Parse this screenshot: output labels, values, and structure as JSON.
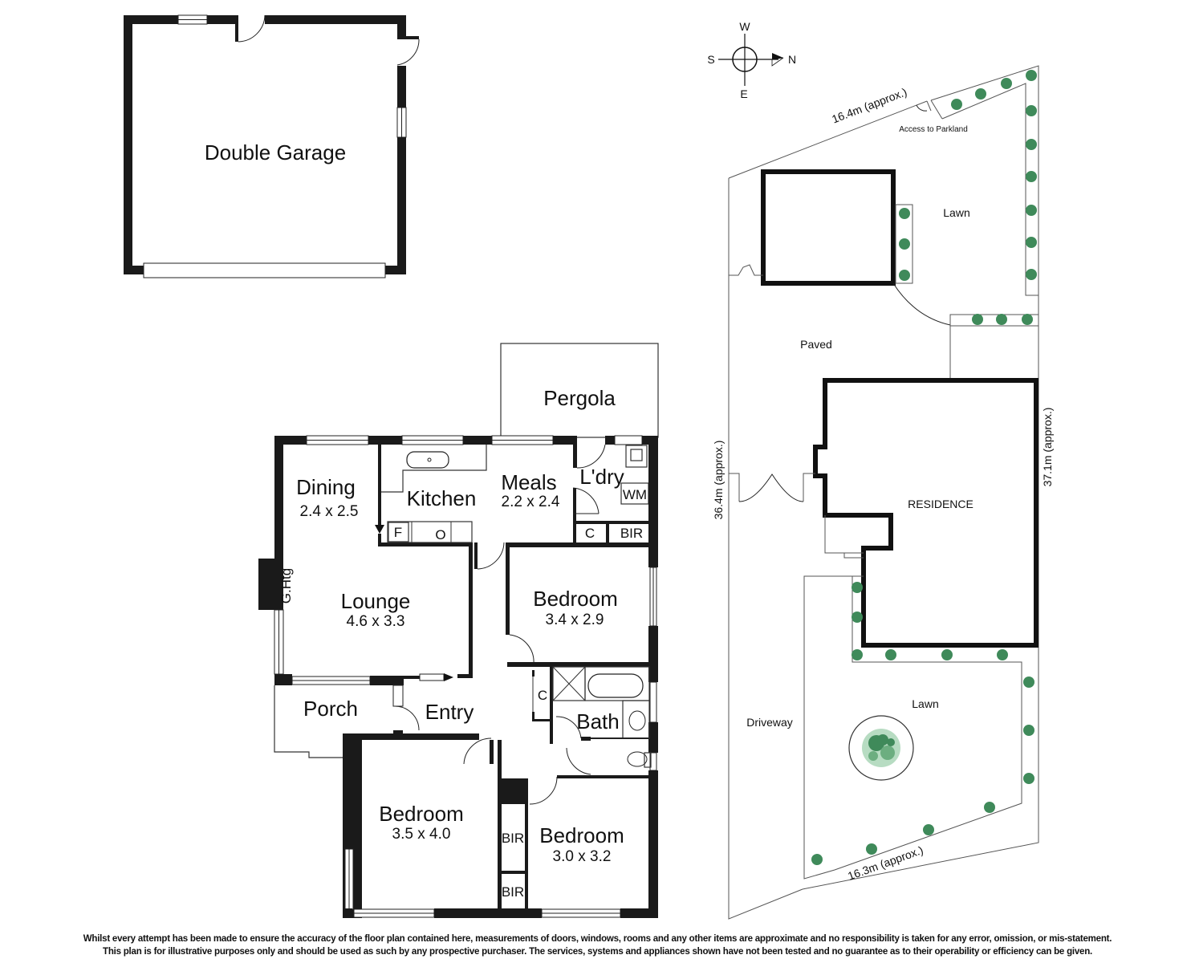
{
  "garage": {
    "label": "Double Garage"
  },
  "compass": {
    "north": "N",
    "south": "S",
    "east": "E",
    "west": "W"
  },
  "floor_plan": {
    "rooms": [
      {
        "name": "Pergola",
        "dims": ""
      },
      {
        "name": "Dining",
        "dims": "2.4 x 2.5"
      },
      {
        "name": "Kitchen",
        "dims": ""
      },
      {
        "name": "Meals",
        "dims": "2.2 x 2.4"
      },
      {
        "name": "L'dry",
        "dims": ""
      },
      {
        "name": "Lounge",
        "dims": "4.6 x 3.3"
      },
      {
        "name": "Bedroom",
        "dims": "3.4 x 2.9"
      },
      {
        "name": "Porch",
        "dims": ""
      },
      {
        "name": "Entry",
        "dims": ""
      },
      {
        "name": "Bath",
        "dims": ""
      },
      {
        "name": "Bedroom",
        "dims": "3.5 x 4.0"
      },
      {
        "name": "Bedroom",
        "dims": "3.0 x 3.2"
      }
    ],
    "fixtures": {
      "wm": "WM",
      "fridge": "F",
      "oven": "O",
      "cupboard_laundry": "C",
      "bir_laundry": "BIR",
      "cupboard_hall": "C",
      "bir_upper": "BIR",
      "bir_lower": "BIR",
      "gas_heating": "G.Htg"
    }
  },
  "site_plan": {
    "labels": {
      "access": "Access to Parkland",
      "lawn_top": "Lawn",
      "paved": "Paved",
      "residence": "RESIDENCE",
      "lawn_bottom": "Lawn",
      "driveway": "Driveway"
    },
    "dimensions": {
      "top": "16.4m (approx.)",
      "left": "36.4m (approx.)",
      "right": "37.1m (approx.)",
      "bottom": "16.3m (approx.)"
    }
  },
  "disclaimer": {
    "line1": "Whilst every attempt has been made to ensure the accuracy of the floor plan contained here, measurements of doors, windows, rooms and any other items are approximate and no responsibility is taken for any error, omission, or mis-statement.",
    "line2": "This plan is for illustrative purposes only and should be used as such by any prospective purchaser. The services, systems and appliances shown have not been tested and no guarantee as to their operability or efficiency can be given."
  }
}
